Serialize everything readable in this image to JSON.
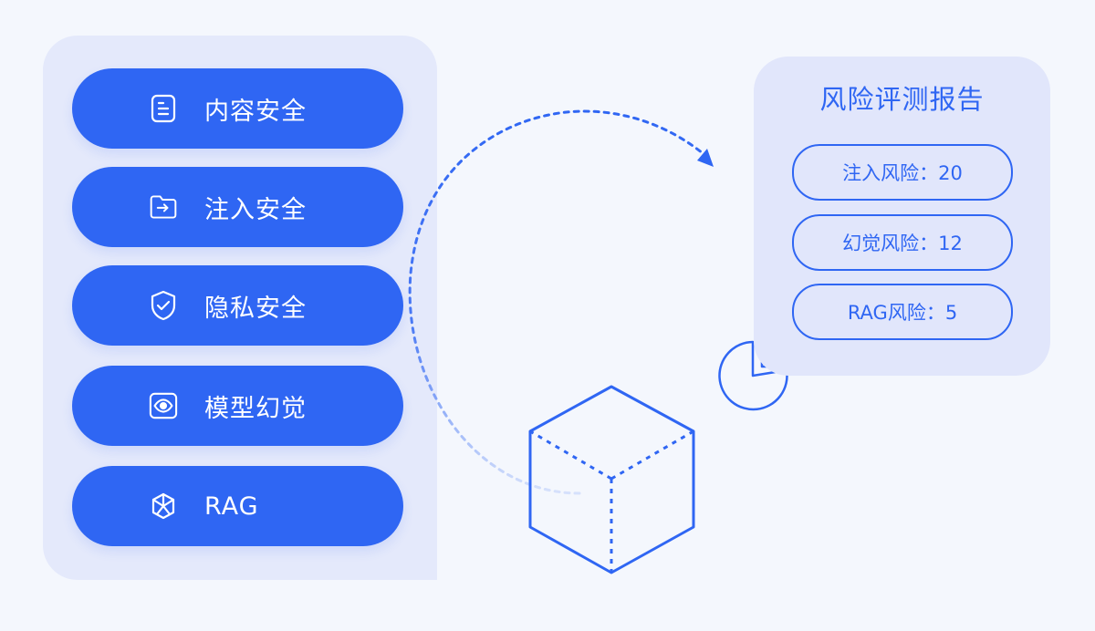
{
  "categories": [
    {
      "label": "内容安全",
      "icon": "document-icon"
    },
    {
      "label": "注入安全",
      "icon": "folder-arrow-icon"
    },
    {
      "label": "隐私安全",
      "icon": "shield-check-icon"
    },
    {
      "label": "模型幻觉",
      "icon": "eye-icon"
    },
    {
      "label": "RAG",
      "icon": "cube-network-icon"
    }
  ],
  "report": {
    "title": "风险评测报告",
    "items": [
      {
        "text": "注入风险：20"
      },
      {
        "text": "幻觉风险：12"
      },
      {
        "text": "RAG风险：5"
      }
    ]
  },
  "colors": {
    "primary": "#2f66f3",
    "panel": "#e4e9fb",
    "background": "#f4f7fd"
  }
}
